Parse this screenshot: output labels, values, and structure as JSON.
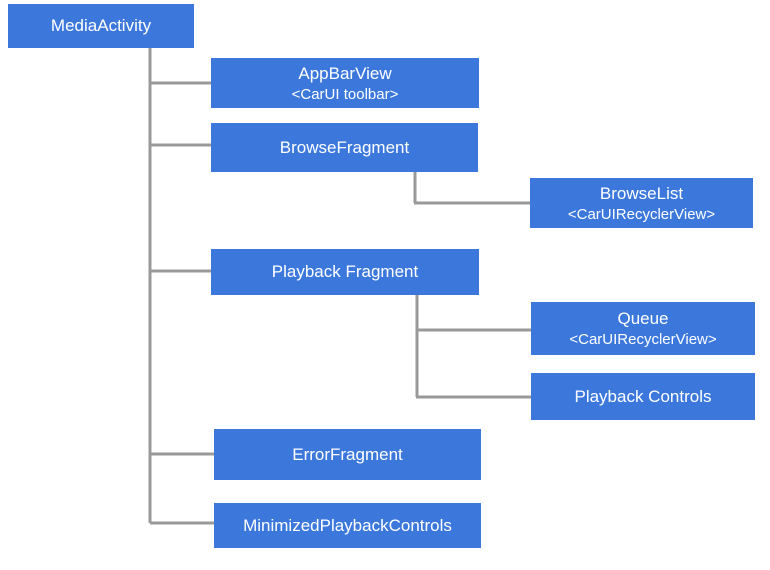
{
  "diagram": {
    "colors": {
      "background": "#ffffff",
      "node_fill": "#3c78dc",
      "node_text": "#ffffff",
      "connector": "#999999"
    },
    "nodes": {
      "media_activity": {
        "title": "MediaActivity"
      },
      "app_bar_view": {
        "title": "AppBarView",
        "subtitle": "<CarUI toolbar>"
      },
      "browse_fragment": {
        "title": "BrowseFragment"
      },
      "browse_list": {
        "title": "BrowseList",
        "subtitle": "<CarUIRecyclerView>"
      },
      "playback_fragment": {
        "title": "Playback Fragment"
      },
      "queue": {
        "title": "Queue",
        "subtitle": "<CarUIRecyclerView>"
      },
      "playback_controls": {
        "title": "Playback Controls"
      },
      "error_fragment": {
        "title": "ErrorFragment"
      },
      "minimized_playback_controls": {
        "title": "MinimizedPlaybackControls"
      }
    }
  }
}
